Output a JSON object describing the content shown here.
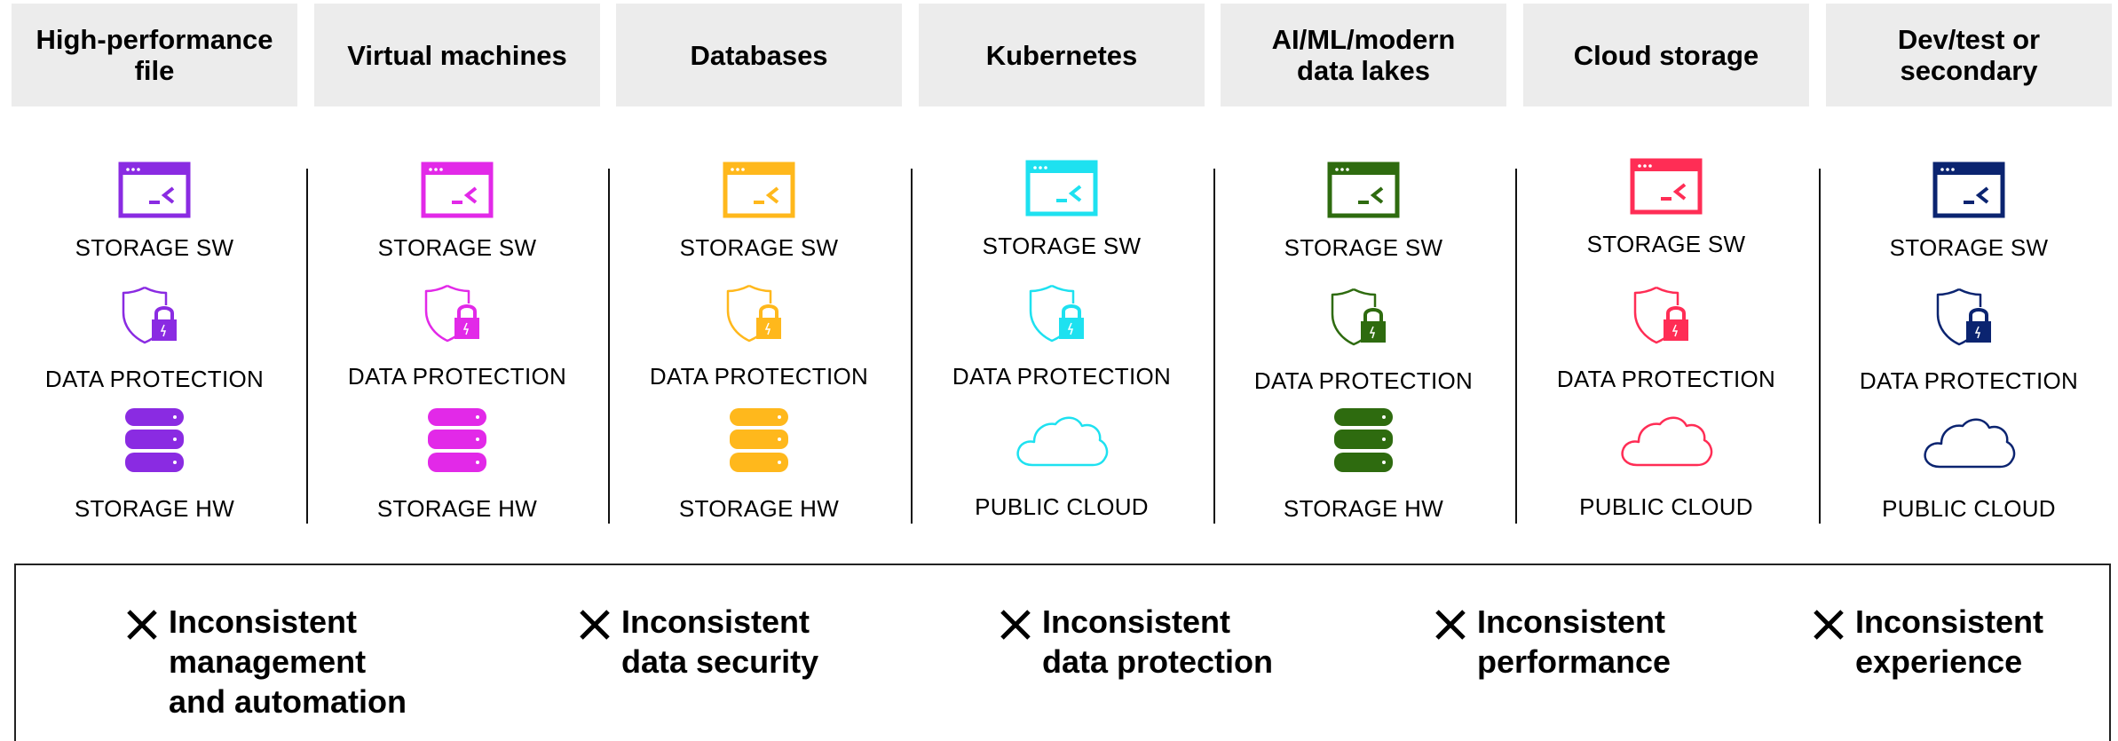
{
  "columns": [
    {
      "title": "High-performance\nfile",
      "color": "#8a2be2",
      "items": [
        {
          "icon": "storage-sw-icon",
          "label": "STORAGE SW"
        },
        {
          "icon": "data-protection-icon",
          "label": "DATA PROTECTION"
        },
        {
          "icon": "storage-hw-icon",
          "label": "STORAGE HW"
        }
      ]
    },
    {
      "title": "Virtual machines",
      "color": "#e229e8",
      "items": [
        {
          "icon": "storage-sw-icon",
          "label": "STORAGE SW"
        },
        {
          "icon": "data-protection-icon",
          "label": "DATA PROTECTION"
        },
        {
          "icon": "storage-hw-icon",
          "label": "STORAGE HW"
        }
      ]
    },
    {
      "title": "Databases",
      "color": "#ffb81c",
      "items": [
        {
          "icon": "storage-sw-icon",
          "label": "STORAGE SW"
        },
        {
          "icon": "data-protection-icon",
          "label": "DATA PROTECTION"
        },
        {
          "icon": "storage-hw-icon",
          "label": "STORAGE HW"
        }
      ]
    },
    {
      "title": "Kubernetes",
      "color": "#1ee1f0",
      "items": [
        {
          "icon": "storage-sw-icon",
          "label": "STORAGE SW"
        },
        {
          "icon": "data-protection-icon",
          "label": "DATA PROTECTION"
        },
        {
          "icon": "public-cloud-icon",
          "label": "PUBLIC CLOUD"
        }
      ]
    },
    {
      "title": "AI/ML/modern\ndata lakes",
      "color": "#2e6b0f",
      "items": [
        {
          "icon": "storage-sw-icon",
          "label": "STORAGE SW"
        },
        {
          "icon": "data-protection-icon",
          "label": "DATA PROTECTION"
        },
        {
          "icon": "storage-hw-icon",
          "label": "STORAGE HW"
        }
      ]
    },
    {
      "title": "Cloud storage",
      "color": "#ff2d55",
      "items": [
        {
          "icon": "storage-sw-icon",
          "label": "STORAGE SW"
        },
        {
          "icon": "data-protection-icon",
          "label": "DATA PROTECTION"
        },
        {
          "icon": "public-cloud-icon",
          "label": "PUBLIC CLOUD"
        }
      ]
    },
    {
      "title": "Dev/test or\nsecondary",
      "color": "#0b2470",
      "items": [
        {
          "icon": "storage-sw-icon",
          "label": "STORAGE SW"
        },
        {
          "icon": "data-protection-icon",
          "label": "DATA PROTECTION"
        },
        {
          "icon": "public-cloud-icon",
          "label": "PUBLIC CLOUD"
        }
      ]
    }
  ],
  "issues": [
    {
      "icon": "x-icon",
      "text": "Inconsistent\nmanagement\nand automation"
    },
    {
      "icon": "x-icon",
      "text": "Inconsistent\ndata security"
    },
    {
      "icon": "x-icon",
      "text": "Inconsistent\ndata protection"
    },
    {
      "icon": "x-icon",
      "text": "Inconsistent\nperformance"
    },
    {
      "icon": "x-icon",
      "text": "Inconsistent\nexperience"
    }
  ]
}
